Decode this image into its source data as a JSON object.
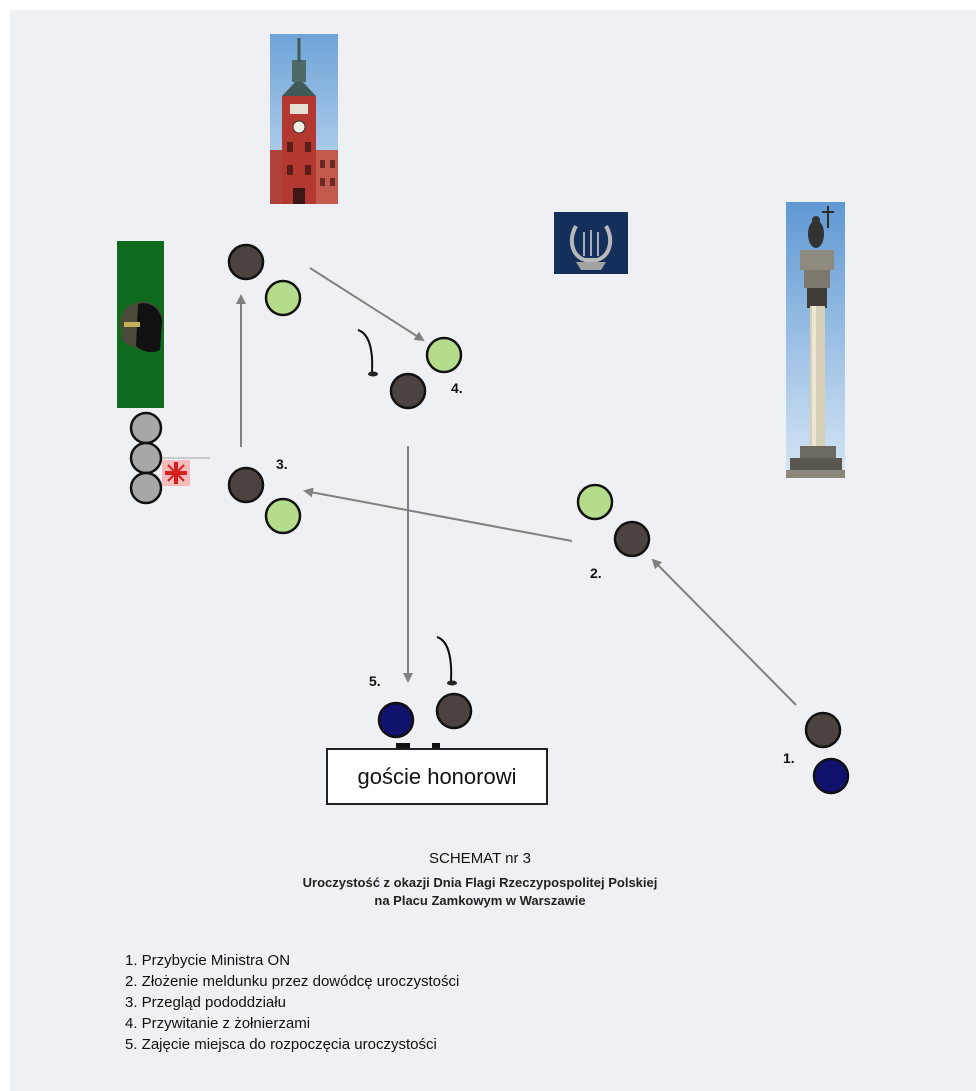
{
  "colors": {
    "page_background": "#eef0f3",
    "frame": "#ffffff",
    "arrow": "#808080",
    "person_dark": "#4a4340",
    "person_green": "#b5dc8c",
    "person_navy": "#10126e",
    "person_gray": "#a7a7a9",
    "person_outline": "#111111",
    "flag_green_panel": "#0e6a1c",
    "orchestra_badge_bg": "#14305a"
  },
  "icons": [
    "royal-castle-tower-icon",
    "military-band-lyre-icon",
    "sigismund-column-icon",
    "military-cap-on-green-panel-icon",
    "military-flag-icon",
    "microphone-icon"
  ],
  "step_labels": {
    "step1": "1.",
    "step2": "2.",
    "step3": "3.",
    "step4": "4.",
    "step5": "5."
  },
  "guests_box": {
    "label": "goście honorowi"
  },
  "schema": {
    "title": "SCHEMAT nr 3",
    "subtitle_line1": "Uroczystość z okazji Dnia Flagi Rzeczypospolitej Polskiej",
    "subtitle_line2": "na Placu Zamkowym w Warszawie"
  },
  "legend": [
    "1. Przybycie Ministra ON",
    "2. Złożenie meldunku przez dowódcę uroczystości",
    "3. Przegląd pododdziału",
    "4. Przywitanie z żołnierzami",
    "5. Zajęcie miejsca do rozpoczęcia uroczystości"
  ]
}
